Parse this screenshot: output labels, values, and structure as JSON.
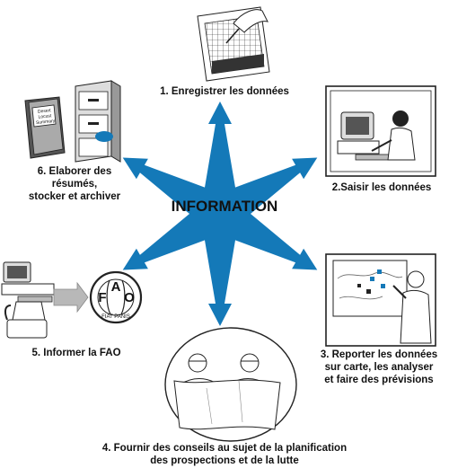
{
  "center": {
    "label": "INFORMATION",
    "color": "#1479b8"
  },
  "steps": [
    {
      "id": 1,
      "lines": [
        "1. Enregistrer les données"
      ],
      "icon": "clipboard-writing-icon"
    },
    {
      "id": 2,
      "lines": [
        "2.Saisir les données"
      ],
      "icon": "computer-operator-icon"
    },
    {
      "id": 3,
      "lines": [
        "3. Reporter les données",
        "sur carte, les analyser",
        "et faire des prévisions"
      ],
      "icon": "map-analyst-icon"
    },
    {
      "id": 4,
      "lines": [
        "4. Fournir des conseils au sujet de la planification",
        "des prospections et de la lutte"
      ],
      "icon": "advisors-with-map-icon"
    },
    {
      "id": 5,
      "lines": [
        "5. Informer la FAO"
      ],
      "icon": "fax-computer-icon"
    },
    {
      "id": 6,
      "lines": [
        "6. Elaborer des",
        "résumés,",
        "stocker et archiver"
      ],
      "icon": "filing-cabinet-icon"
    }
  ],
  "illustration_text": {
    "binder_lines": [
      "Desert",
      "Locust",
      "Summary"
    ],
    "fao_letters": [
      "F",
      "A",
      "O"
    ],
    "fao_motto": "FIAT PANIS"
  }
}
